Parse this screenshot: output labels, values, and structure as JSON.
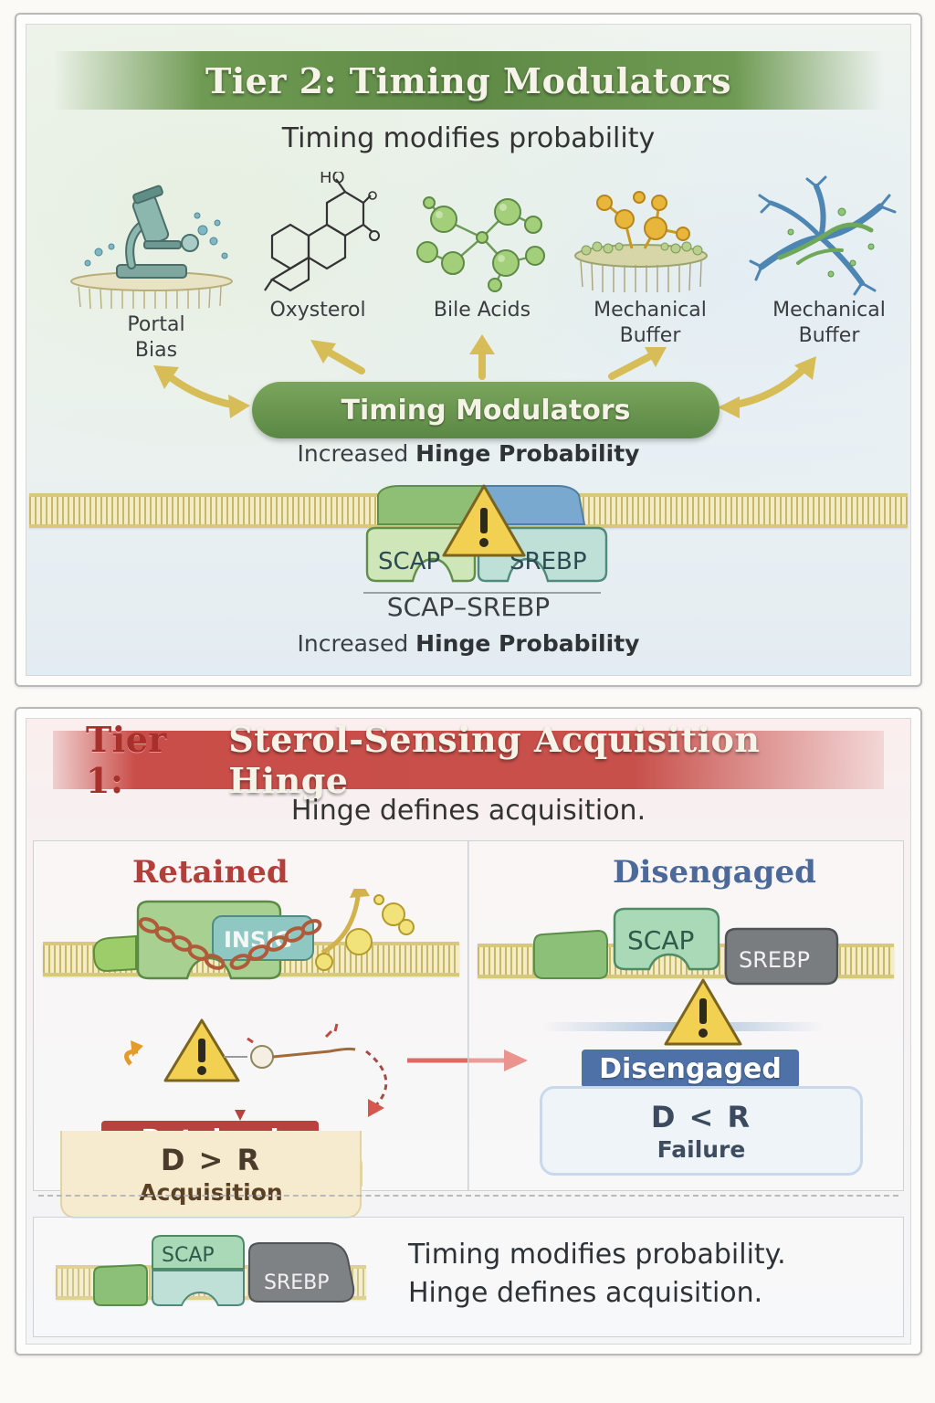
{
  "tier2": {
    "title": "Tier 2: Timing Modulators",
    "subtitle": "Timing modifies probability",
    "modulators": [
      {
        "label": "Portal\nBias",
        "icon": "microscope-icon"
      },
      {
        "label": "Oxysterol",
        "icon": "oxysterol-molecule-icon",
        "atom_label": "HO"
      },
      {
        "label": "Bile Acids",
        "icon": "bile-acid-molecule-icon"
      },
      {
        "label": "Mechanical\nBuffer",
        "icon": "membrane-buffer-icon"
      },
      {
        "label": "Mechanical\nBuffer",
        "icon": "branched-network-icon"
      }
    ],
    "hub_label": "Timing Modulators",
    "hub_caption_plain": "Increased",
    "hub_caption_bold": "Hinge Probability",
    "complex_left": "SCAP",
    "complex_right": "SREBP",
    "complex_name": "SCAP–SREBP",
    "bottom_caption_plain": "Increased",
    "bottom_caption_bold": "Hinge Probability"
  },
  "tier1": {
    "title_prefix": "Tier 1:",
    "title_rest": "Sterol-Sensing Acquisition Hinge",
    "subtitle": "Hinge defines acquisition.",
    "retained": {
      "title": "Retained",
      "insig_label": "INSIG",
      "tag": "Retained",
      "relation": "D > R",
      "outcome": "Acquisition"
    },
    "disengaged": {
      "title": "Disengaged",
      "scap_label": "SCAP",
      "srebp_label": "SREBP",
      "tag": "Disengaged",
      "relation": "D < R",
      "outcome": "Failure"
    },
    "summary": {
      "scap_label": "SCAP",
      "srebp_label": "SREBP",
      "line1": "Timing modifies probability.",
      "line2": "Hinge defines acquisition."
    }
  },
  "colors": {
    "tier2_green": "#5e8a46",
    "tier1_red": "#c8504b",
    "retained_red": "#b8433e",
    "disengaged_blue": "#4e72a8",
    "warning_yellow": "#f2d052"
  }
}
